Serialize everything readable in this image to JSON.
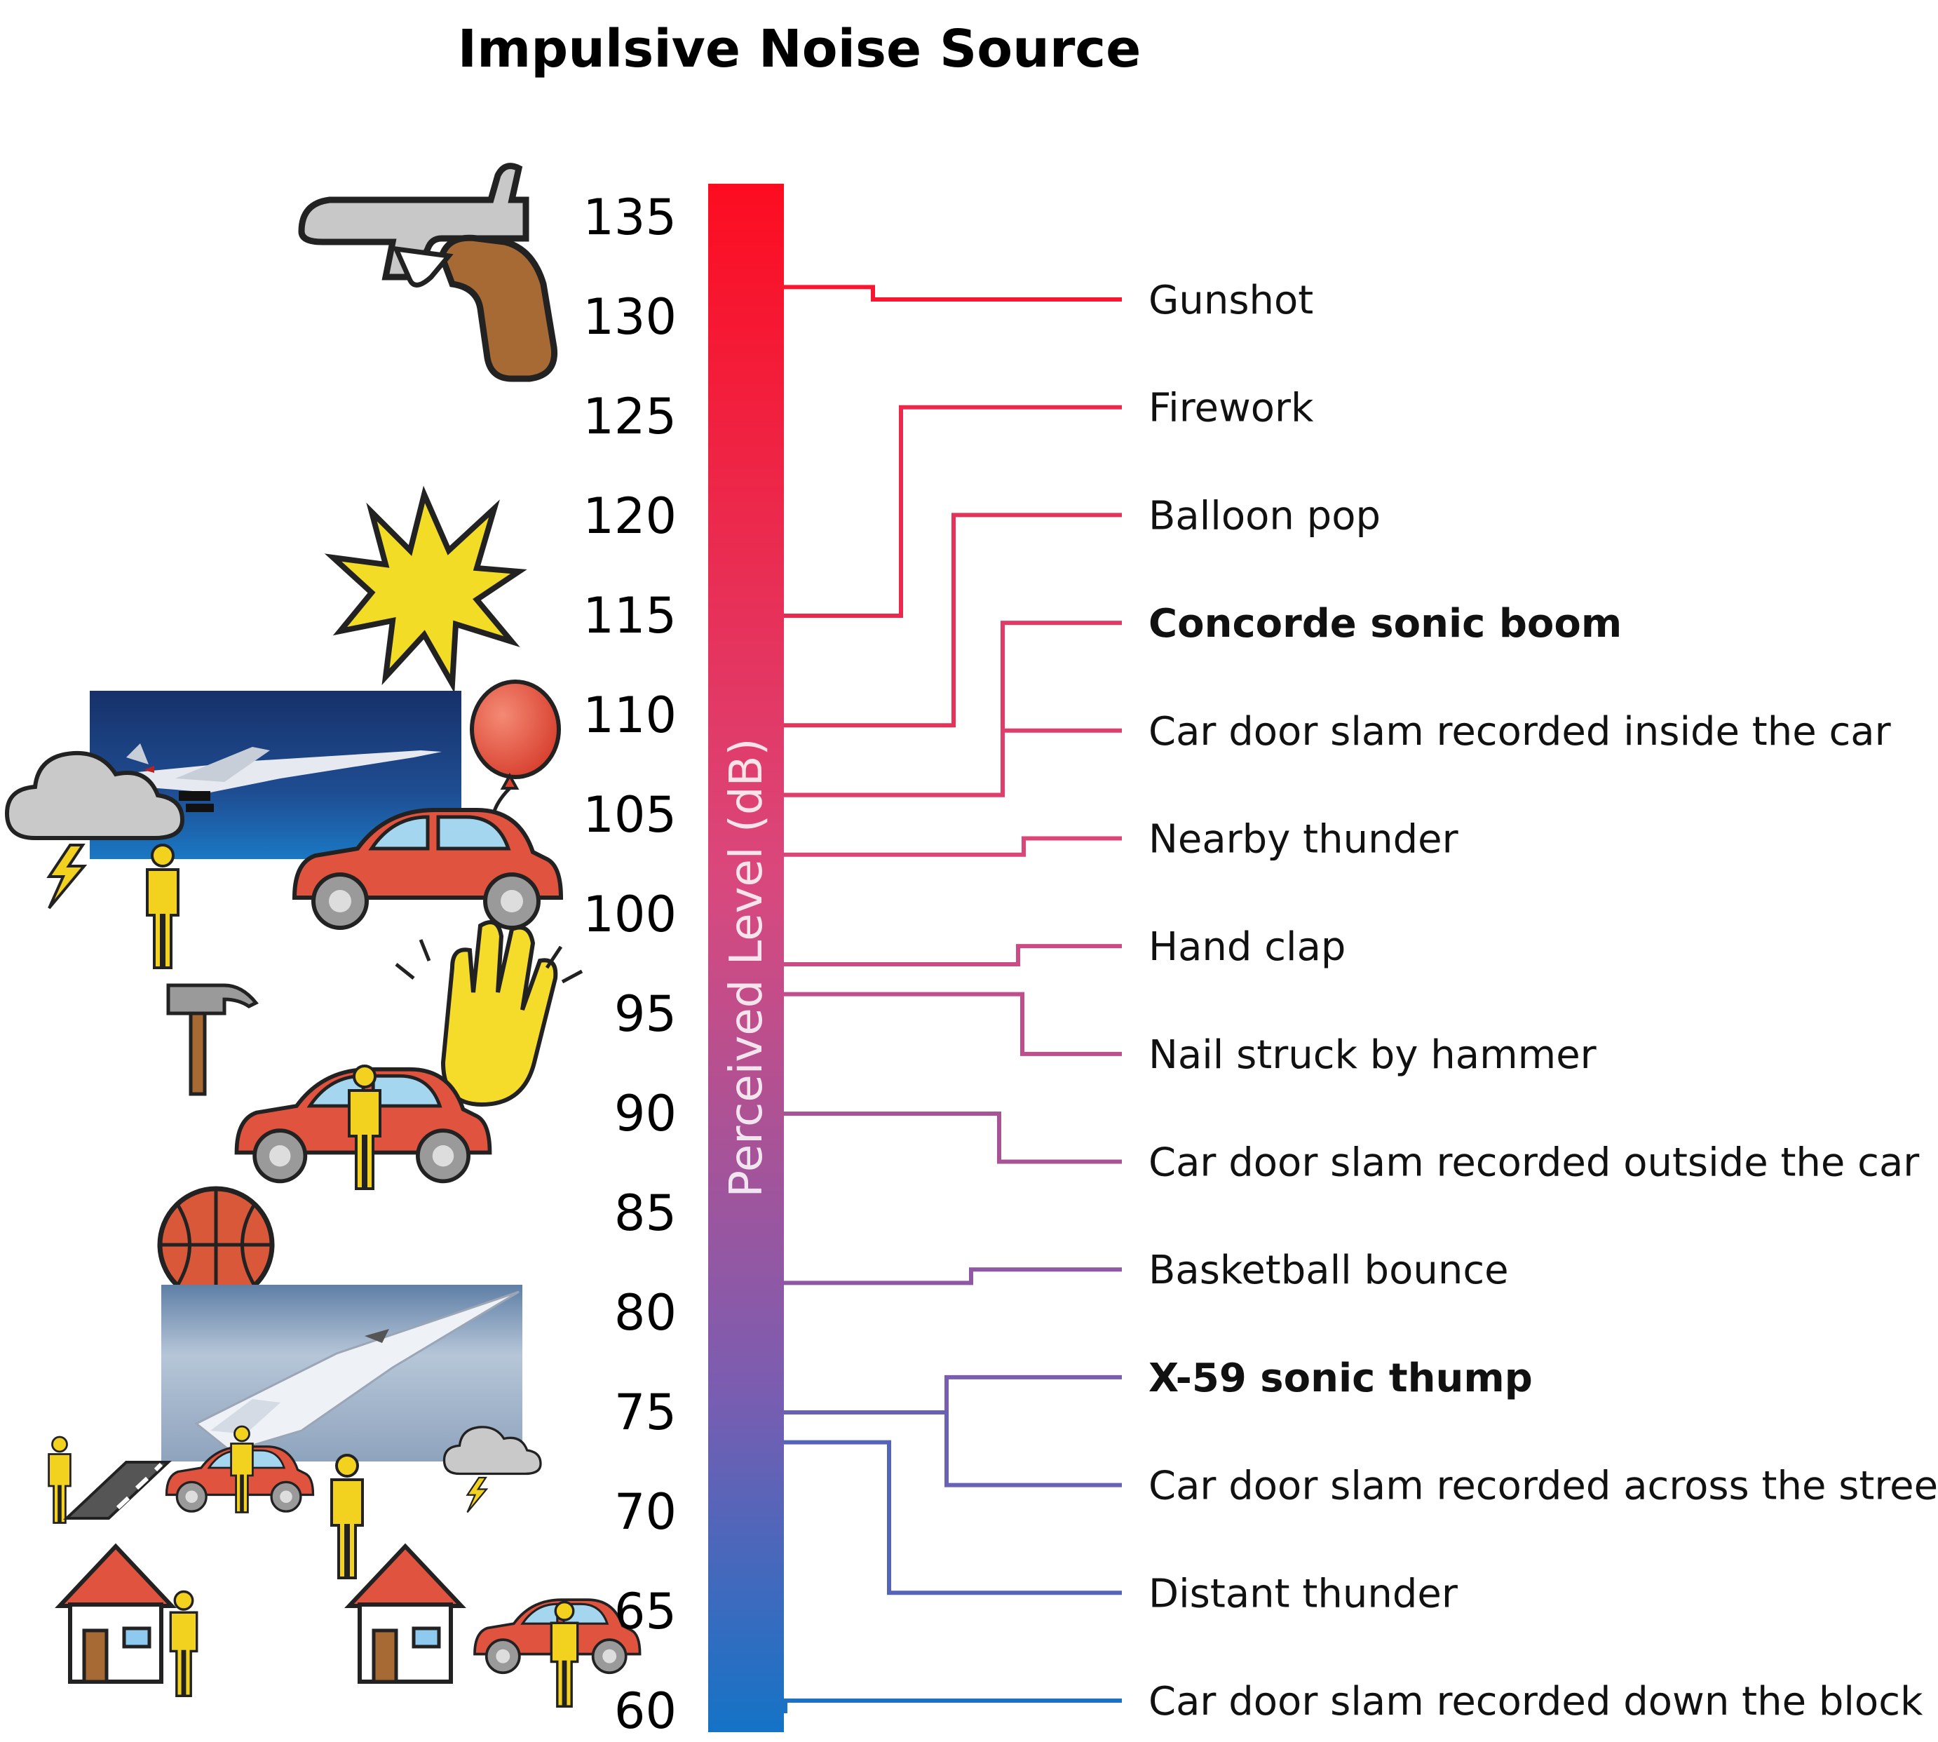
{
  "chart_data": {
    "type": "bar",
    "title": "Impulsive Noise Source",
    "ylabel": "Perceived Level (dB)",
    "ylim": [
      60,
      135
    ],
    "ytick_step": 5,
    "ticks": [
      135,
      130,
      125,
      120,
      115,
      110,
      105,
      100,
      95,
      90,
      85,
      80,
      75,
      70,
      65,
      60
    ],
    "gradient": {
      "top": "#fd0c20",
      "mid": "#d9487d",
      "low": "#7a5db1",
      "bottom": "#1473c6"
    },
    "sources": [
      {
        "name": "Gunshot",
        "level": 131.5,
        "bold": false
      },
      {
        "name": "Firework",
        "level": 115,
        "bold": false
      },
      {
        "name": "Balloon pop",
        "level": 109.5,
        "bold": false
      },
      {
        "name": "Concorde sonic boom",
        "level": 106,
        "bold": true
      },
      {
        "name": "Car door slam recorded inside the car",
        "level": 106,
        "bold": false
      },
      {
        "name": "Nearby thunder",
        "level": 103,
        "bold": false
      },
      {
        "name": "Hand clap",
        "level": 97.5,
        "bold": false
      },
      {
        "name": "Nail struck by hammer",
        "level": 96,
        "bold": false
      },
      {
        "name": "Car door slam recorded outside the car",
        "level": 90,
        "bold": false
      },
      {
        "name": "Basketball bounce",
        "level": 81.5,
        "bold": false
      },
      {
        "name": "X-59 sonic thump",
        "level": 75,
        "bold": true
      },
      {
        "name": "Car door slam recorded across the street",
        "level": 75,
        "bold": false
      },
      {
        "name": "Distant thunder",
        "level": 73.5,
        "bold": false
      },
      {
        "name": "Car door slam recorded down the block",
        "level": 60,
        "bold": false
      }
    ]
  },
  "icons": [
    "pistol-icon",
    "explosion-icon",
    "concorde-photo-icon",
    "balloon-icon",
    "thundercloud-icon",
    "person-icon",
    "car-icon",
    "hammer-icon",
    "clapping-hands-icon",
    "basketball-icon",
    "x59-photo-icon",
    "road-icon",
    "house-icon"
  ]
}
